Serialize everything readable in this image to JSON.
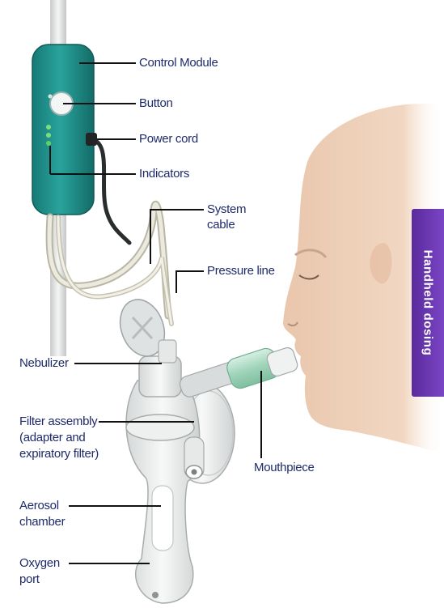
{
  "labels": {
    "control_module": "Control Module",
    "button": "Button",
    "power_cord": "Power cord",
    "indicators": "Indicators",
    "system_cable_1": "System",
    "system_cable_2": "cable",
    "pressure_line": "Pressure line",
    "nebulizer": "Nebulizer",
    "filter_1": "Filter assembly",
    "filter_2": "(adapter and",
    "filter_3": "expiratory filter)",
    "mouthpiece": "Mouthpiece",
    "aerosol_1": "Aerosol",
    "aerosol_2": "chamber",
    "oxygen_1": "Oxygen",
    "oxygen_2": "port"
  },
  "side_tab": {
    "text": "Handheld dosing",
    "color": "#6a36b4"
  },
  "colors": {
    "device_teal": "#1f8f8a",
    "label_text": "#1e2a6b",
    "skin": "#efd2bb",
    "tubing": "#e9e7d6"
  }
}
